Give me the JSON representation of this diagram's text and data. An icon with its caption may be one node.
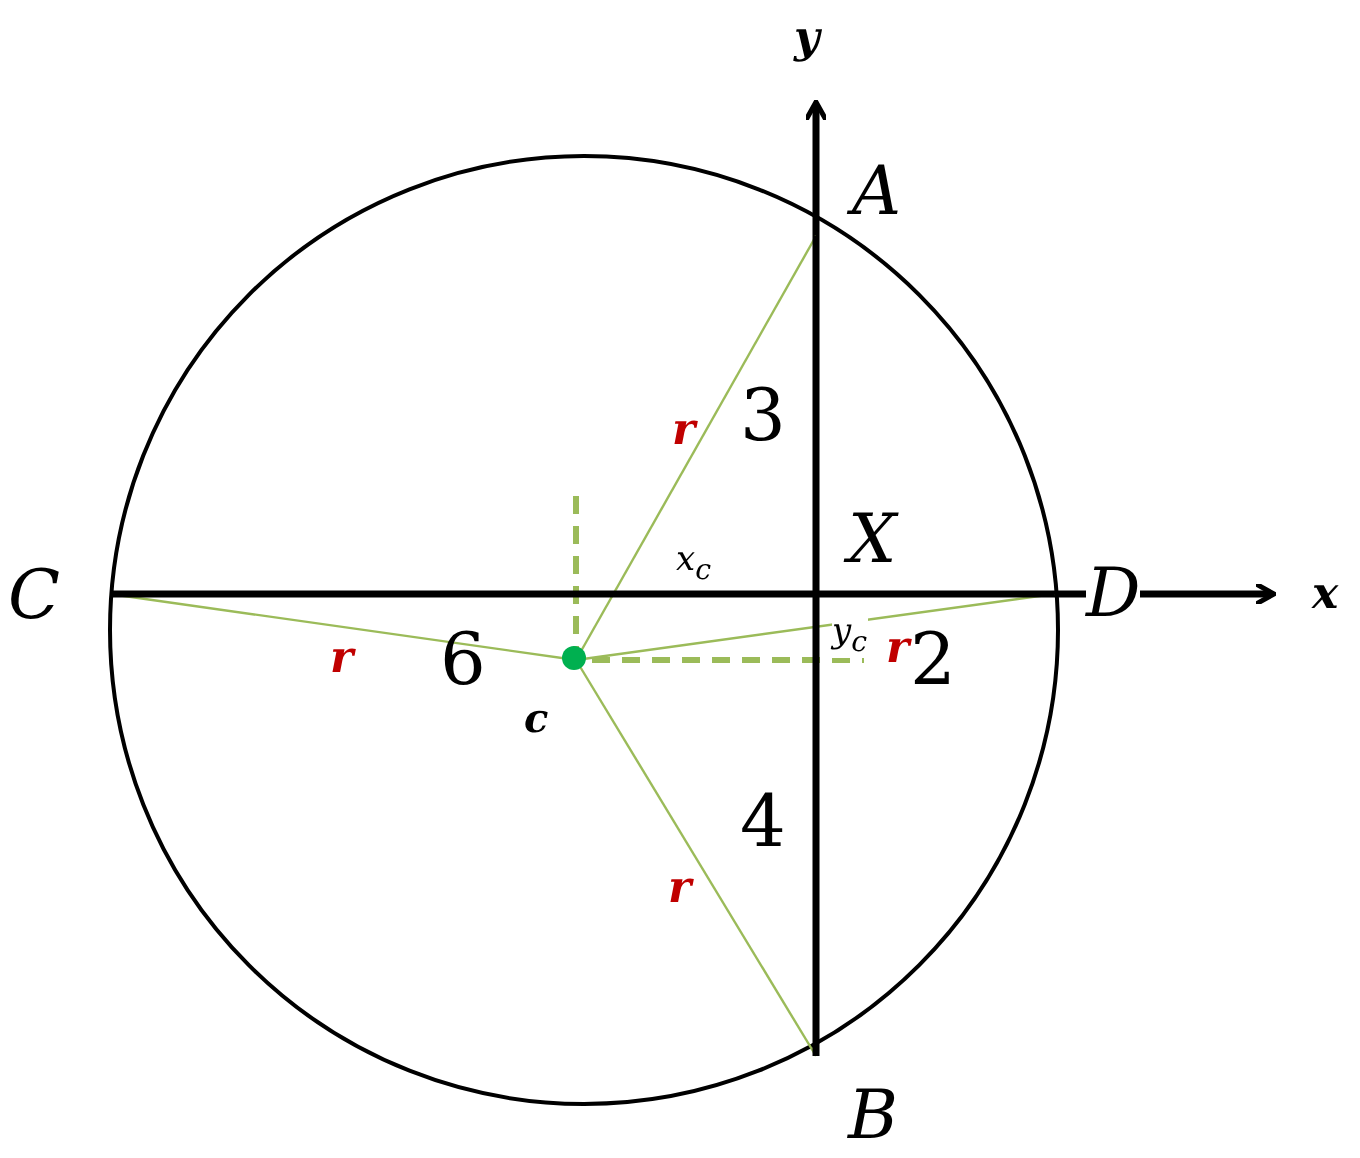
{
  "diagram": {
    "nodes": [
      {
        "text": [
          "A"
        ]
      },
      {
        "text": [
          "B"
        ]
      },
      {
        "text": [
          "C"
        ]
      },
      {
        "text": [
          "D"
        ]
      },
      {
        "text": [
          "X"
        ]
      },
      {
        "text": [
          "c"
        ]
      }
    ],
    "edges": [
      {
        "from": 5,
        "to": 0,
        "arrow": "none",
        "label": "r",
        "color": "#9bbb59"
      },
      {
        "from": 5,
        "to": 2,
        "arrow": "none",
        "label": "r",
        "color": "#9bbb59"
      },
      {
        "from": 5,
        "to": 1,
        "arrow": "none",
        "label": "r",
        "color": "#9bbb59"
      },
      {
        "from": 5,
        "to": 3,
        "arrow": "none",
        "label": "r",
        "color": "#9bbb59"
      },
      {
        "from": 0,
        "to": 4,
        "arrow": "none",
        "label": "3",
        "color": "#000000",
        "style": "thick"
      },
      {
        "from": 2,
        "to": 4,
        "arrow": "none",
        "label": "6",
        "color": "#000000",
        "style": "thick"
      },
      {
        "from": 4,
        "to": 3,
        "arrow": "none",
        "label": "2",
        "color": "#000000",
        "style": "thick"
      },
      {
        "from": 4,
        "to": 1,
        "arrow": "none",
        "label": "4",
        "color": "#000000",
        "style": "thick"
      }
    ],
    "labels": [
      "y",
      "x",
      "*x*$_{c}$",
      "*y*$_{c}$"
    ]
  }
}
